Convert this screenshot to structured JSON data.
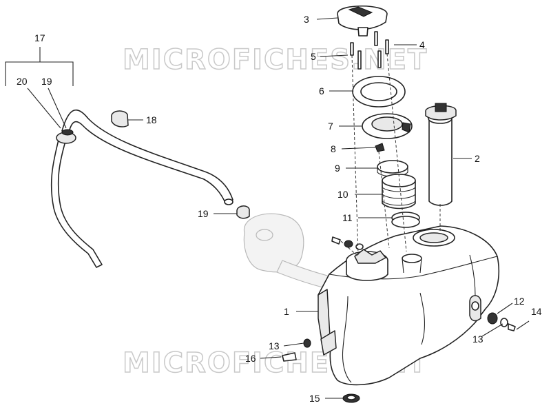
{
  "watermark": {
    "text": "MICROFICHES.NET"
  },
  "callouts": {
    "c1": "1",
    "c2": "2",
    "c3": "3",
    "c4": "4",
    "c5": "5",
    "c6": "6",
    "c7": "7",
    "c8": "8",
    "c9": "9",
    "c10": "10",
    "c11": "11",
    "c12": "12",
    "c13a": "13",
    "c13b": "13",
    "c14": "14",
    "c15": "15",
    "c16": "16",
    "c17": "17",
    "c18": "18",
    "c19a": "19",
    "c19b": "19",
    "c20": "20"
  }
}
